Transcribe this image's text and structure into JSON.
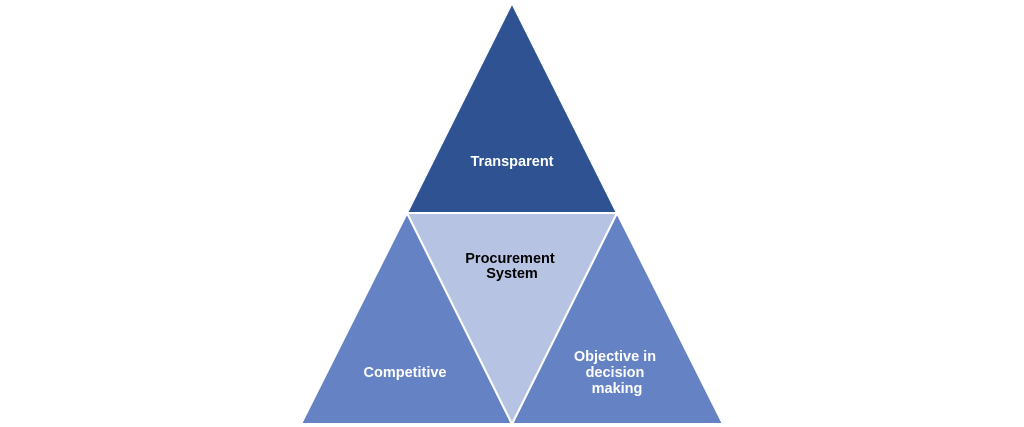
{
  "diagram": {
    "type": "triangle-pyramid",
    "segments": [
      {
        "id": "top",
        "label": "Transparent",
        "fill": "#2E5292",
        "text_color": "#FFFFFF"
      },
      {
        "id": "center",
        "label_lines": [
          "Procurement",
          "System"
        ],
        "fill": "#B7C3E2",
        "text_color": "#000000"
      },
      {
        "id": "left",
        "label": "Competitive",
        "fill": "#6582C5",
        "text_color": "#FFFFFF"
      },
      {
        "id": "right",
        "label_lines": [
          "Objective in",
          "decision",
          "making"
        ],
        "fill": "#6582C5",
        "text_color": "#FFFFFF"
      }
    ],
    "border_color": "#FFFFFF"
  }
}
